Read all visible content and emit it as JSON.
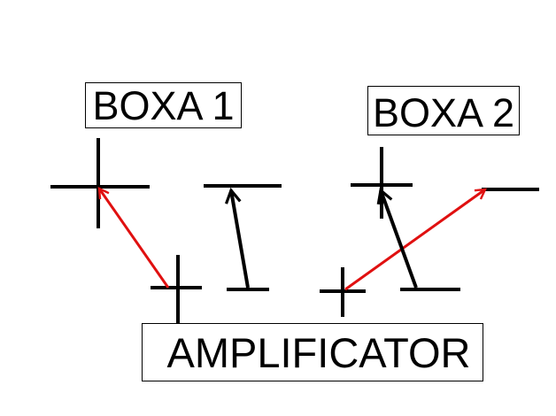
{
  "labels": {
    "speaker_1": "BOXA 1",
    "speaker_2": "BOXA 2",
    "amplifier": "AMPLIFICATOR"
  },
  "colors": {
    "background": "#ffffff",
    "stroke": "#000000",
    "positive_wire": "#e01010",
    "negative_wire": "#000000"
  }
}
